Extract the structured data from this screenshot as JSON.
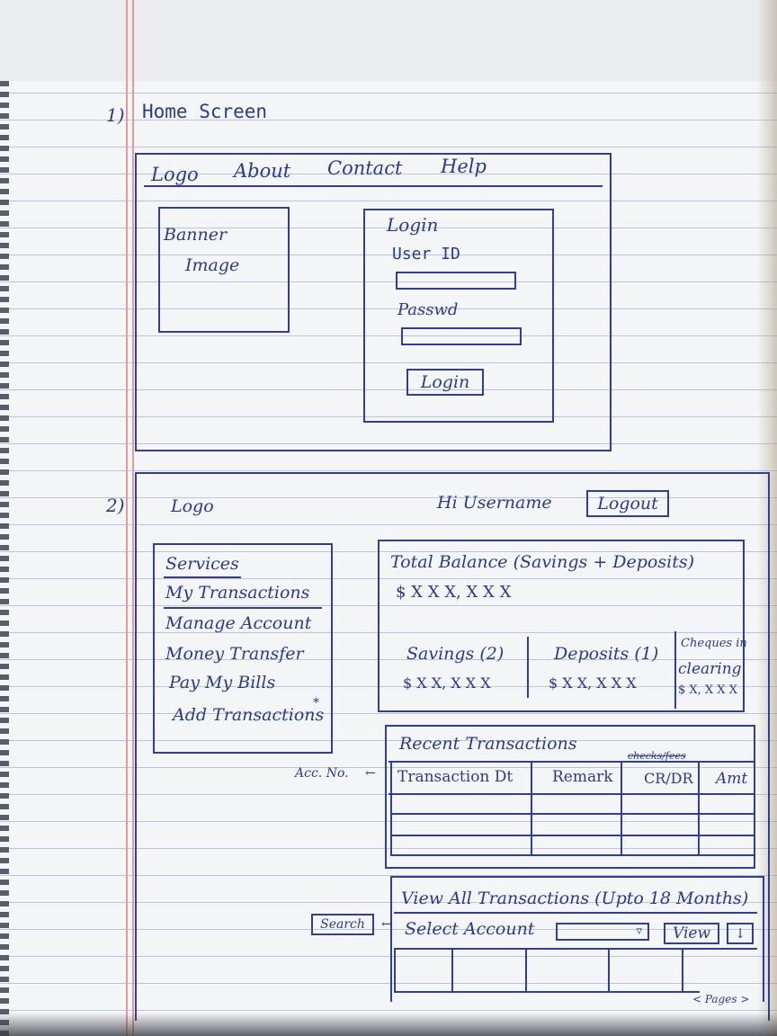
{
  "screen1": {
    "marker": "1)",
    "title": "Home Screen",
    "nav": {
      "logo": "Logo",
      "about": "About",
      "contact": "Contact",
      "help": "Help"
    },
    "banner": {
      "line1": "Banner",
      "line2": "Image"
    },
    "login": {
      "heading": "Login",
      "userid_label": "User ID",
      "userid_value": "",
      "password_label": "Passwd",
      "password_value": "",
      "button_label": "Login"
    }
  },
  "screen2": {
    "marker": "2)",
    "header": {
      "logo": "Logo",
      "greeting": "Hi Username",
      "logout_label": "Logout"
    },
    "sidebar": {
      "items": [
        {
          "label": "Services"
        },
        {
          "label": "My Transactions"
        },
        {
          "label": "Manage Account"
        },
        {
          "label": "Money Transfer"
        },
        {
          "label": "Pay My Bills"
        },
        {
          "label": "Add Transactions"
        }
      ],
      "asterisk": "*"
    },
    "balance": {
      "title": "Total Balance (Savings + Deposits)",
      "total": "$ X X X, X X X",
      "savings_label": "Savings (2)",
      "savings_value": "$ X X, X X X",
      "deposits_label": "Deposits (1)",
      "deposits_value": "$ X X, X X X",
      "cheques_label_1": "Cheques in",
      "cheques_label_2": "clearing",
      "cheques_value": "$ X, X X X"
    },
    "recent": {
      "title": "Recent Transactions",
      "acc_no_label": "Acc. No.",
      "columns": [
        "Transaction Dt",
        "Remark",
        "CR/DR",
        "Amt"
      ],
      "checks_note": "checks/fees"
    },
    "all_transactions": {
      "title": "View All Transactions (Upto 18 Months)",
      "search_label": "Search",
      "select_label": "Select Account",
      "select_value": "",
      "view_label": "View",
      "download_symbol": "↓",
      "pages_label": "< Pages >"
    }
  }
}
